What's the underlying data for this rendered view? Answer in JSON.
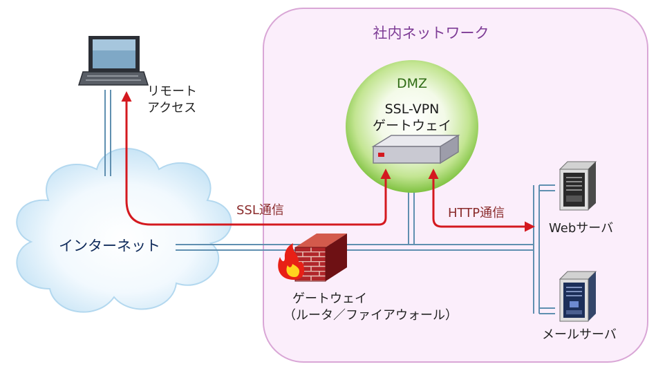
{
  "network": {
    "title": "社内ネットワーク"
  },
  "dmz": {
    "title": "DMZ",
    "device_line1": "SSL-VPN",
    "device_line2": "ゲートウェイ"
  },
  "internet": {
    "label": "インターネット"
  },
  "remote": {
    "line1": "リモート",
    "line2": "アクセス"
  },
  "links": {
    "ssl": "SSL通信",
    "http": "HTTP通信"
  },
  "gateway": {
    "line1": "ゲートウェイ",
    "line2": "（ルータ／ファイアウォール）"
  },
  "servers": {
    "web": "Webサーバ",
    "mail": "メールサーバ"
  },
  "colors": {
    "network_fill": "#fbeefb",
    "network_border": "#d9a6d6",
    "network_title": "#7d3b95",
    "dmz_green": "#7fc241",
    "dmz_title": "#2f6c14",
    "arrow_red": "#d4191f",
    "cable_blue": "#5f8fb0",
    "cloud_blue": "#d8ecf8"
  }
}
